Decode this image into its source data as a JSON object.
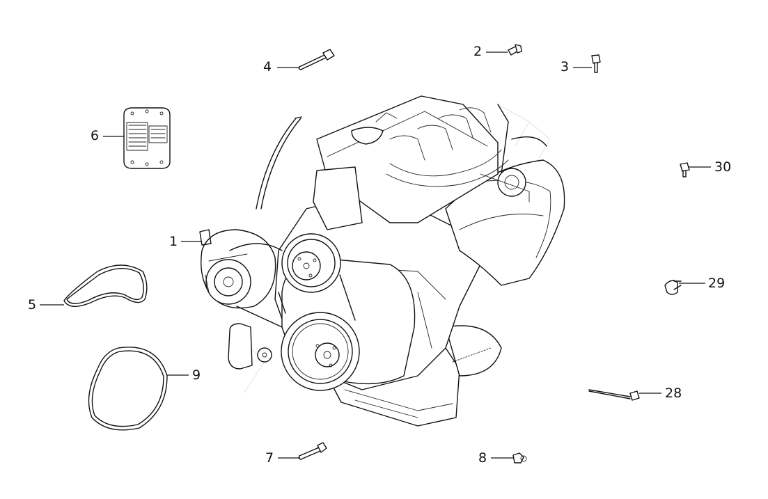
{
  "callouts": [
    {
      "id": "c1",
      "label": "1"
    },
    {
      "id": "c2",
      "label": "2"
    },
    {
      "id": "c3",
      "label": "3"
    },
    {
      "id": "c4",
      "label": "4"
    },
    {
      "id": "c5",
      "label": "5"
    },
    {
      "id": "c6",
      "label": "6"
    },
    {
      "id": "c7",
      "label": "7"
    },
    {
      "id": "c8",
      "label": "8"
    },
    {
      "id": "c9",
      "label": "9"
    },
    {
      "id": "c28",
      "label": "28"
    },
    {
      "id": "c29",
      "label": "29"
    },
    {
      "id": "c30",
      "label": "30"
    }
  ]
}
